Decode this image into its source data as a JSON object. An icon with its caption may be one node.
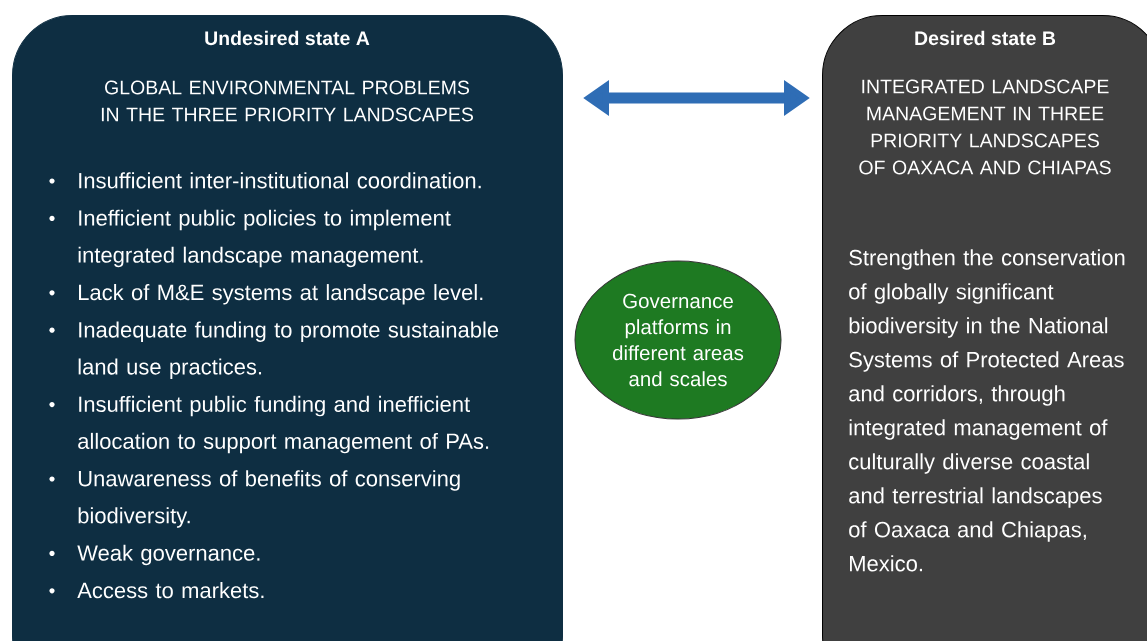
{
  "diagram": {
    "nodes": [
      {
        "text": [
          "Undesired state A",
          "GLOBAL ENVIRONMENTAL PROBLEMS IN THE THREE PRIORITY LANDSCAPES",
          "Insufficient inter-institutional coordination.",
          "Inefficient public policies to implement integrated landscape management.",
          "Lack of M&E systems at landscape level.",
          "Inadequate funding to promote sustainable land use practices.",
          "Insufficient public funding and inefficient allocation to support management of PAs.",
          "Unawareness of benefits of conserving biodiversity.",
          "Weak governance.",
          "Access to markets."
        ]
      },
      {
        "text": [
          "Desired state B",
          "INTEGRATED LANDSCAPE MANAGEMENT IN THREE PRIORITY LANDSCAPES OF OAXACA AND CHIAPAS",
          "Strengthen the conservation of globally significant biodiversity in the National Systems of Protected Areas and corridors, through integrated management of culturally diverse coastal and terrestrial landscapes of Oaxaca and Chiapas, Mexico."
        ]
      },
      {
        "text": [
          "Governance platforms in different areas and scales"
        ]
      }
    ],
    "edges": [
      {
        "from": 0,
        "to": 1,
        "arrow": "both"
      }
    ]
  }
}
